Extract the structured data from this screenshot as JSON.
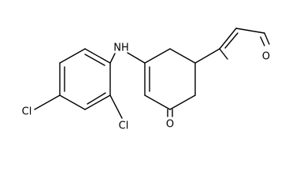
{
  "molecule": {
    "atoms": {
      "nh": "NH",
      "cl_ortho": "Cl",
      "cl_para": "Cl",
      "o_ketone": "O",
      "o_furan": "O"
    }
  }
}
